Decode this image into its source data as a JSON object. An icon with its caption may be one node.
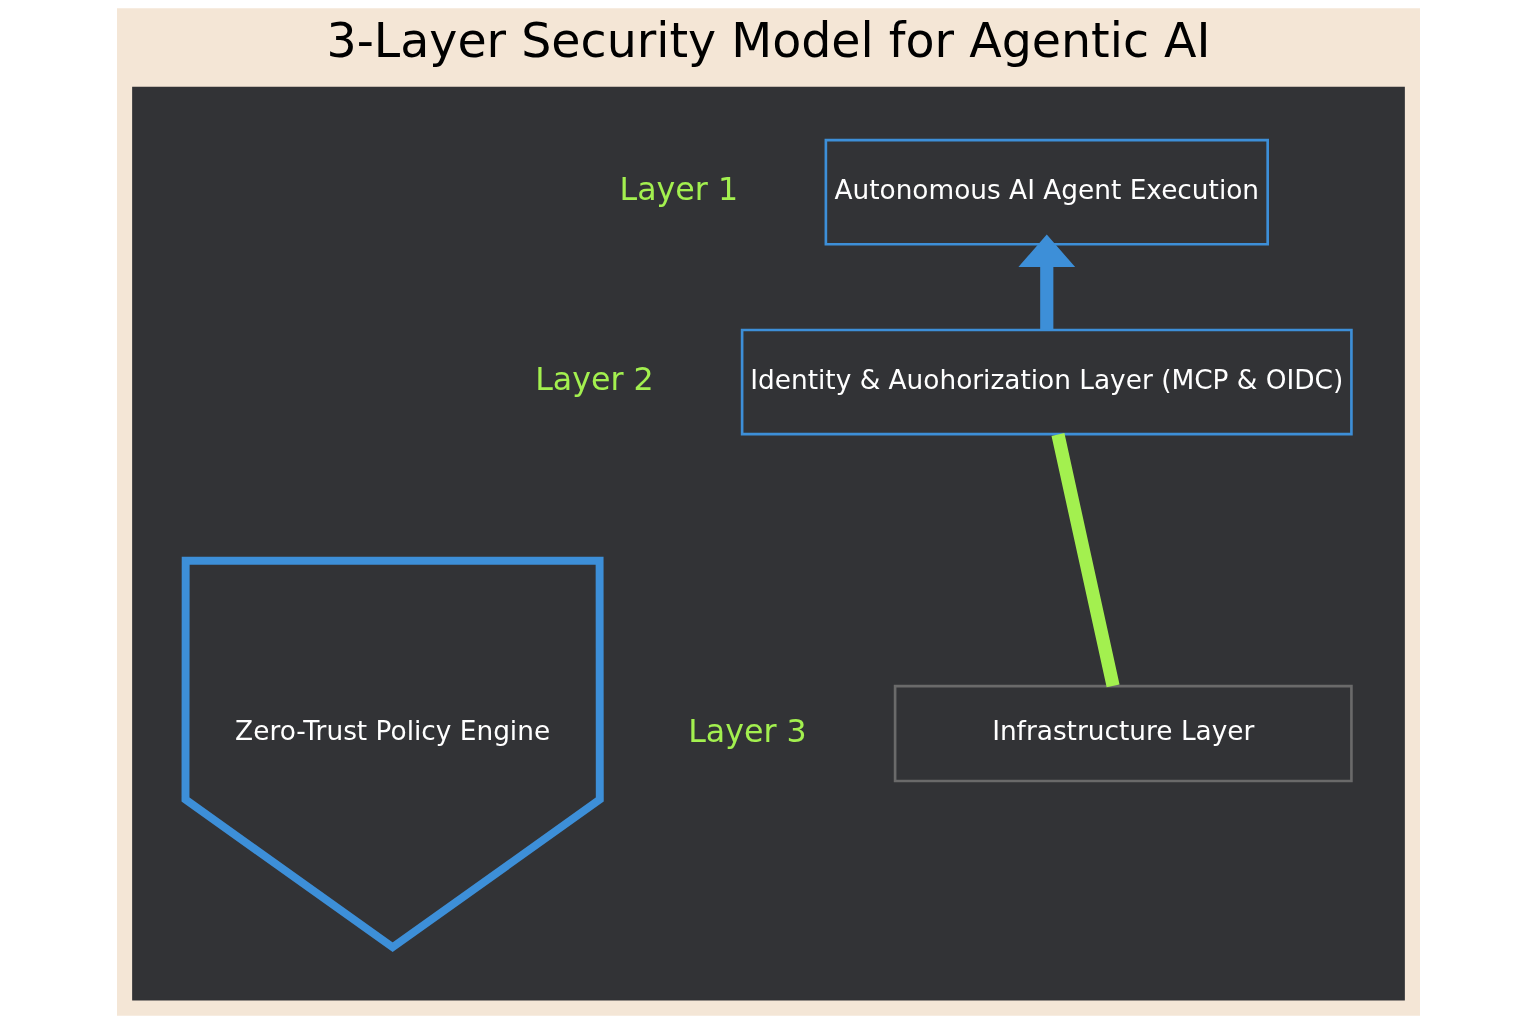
{
  "diagram": {
    "title": "3-Layer Security Model for Agentic AI",
    "nodes": [
      {
        "text": [],
        "shape": "box"
      },
      {
        "text": [
          "Autonomous AI Agent Execution"
        ],
        "beside": [
          "Layer 1"
        ],
        "in": 0
      },
      {
        "text": [
          "Identity & Auohorization Layer (MCP & OIDC)"
        ],
        "beside": [
          "Layer 2"
        ],
        "in": 0
      },
      {
        "text": [
          "Infrastructure Layer"
        ],
        "beside": [
          "Layer 3"
        ],
        "in": 0
      },
      {
        "text": [
          "Zero-Trust Policy Engine"
        ],
        "in": 0
      }
    ],
    "edges": [
      {
        "from": 2,
        "to": 1,
        "arrow": "to",
        "color": "#3d8fd8"
      },
      {
        "from": 3,
        "to": 2,
        "arrow": "none",
        "color": "#a3f04f"
      }
    ]
  }
}
